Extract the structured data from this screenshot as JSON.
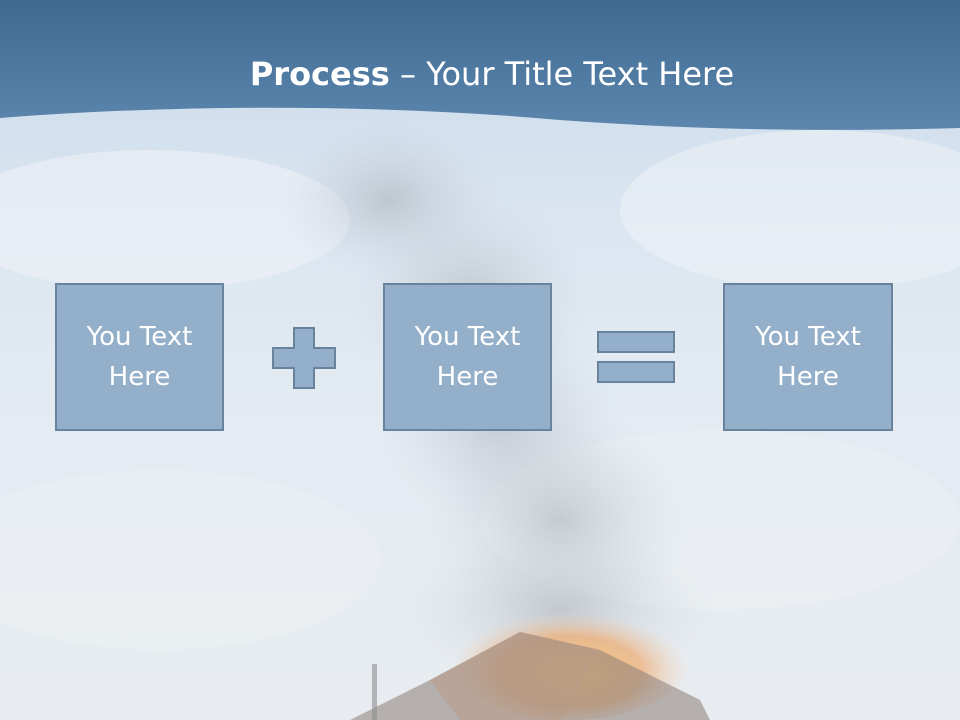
{
  "slide": {
    "title_bold": "Process",
    "title_rest": " – Your Title Text Here",
    "boxes": [
      {
        "label": "You Text Here"
      },
      {
        "label": "You Text Here"
      },
      {
        "label": "You Text Here"
      }
    ],
    "operators": [
      {
        "icon": "plus-icon"
      },
      {
        "icon": "equals-icon"
      }
    ]
  },
  "colors": {
    "header": "#4f7aa0",
    "box_fill": "#94afc9",
    "box_border": "#6a839c",
    "title_text": "#ffffff"
  }
}
